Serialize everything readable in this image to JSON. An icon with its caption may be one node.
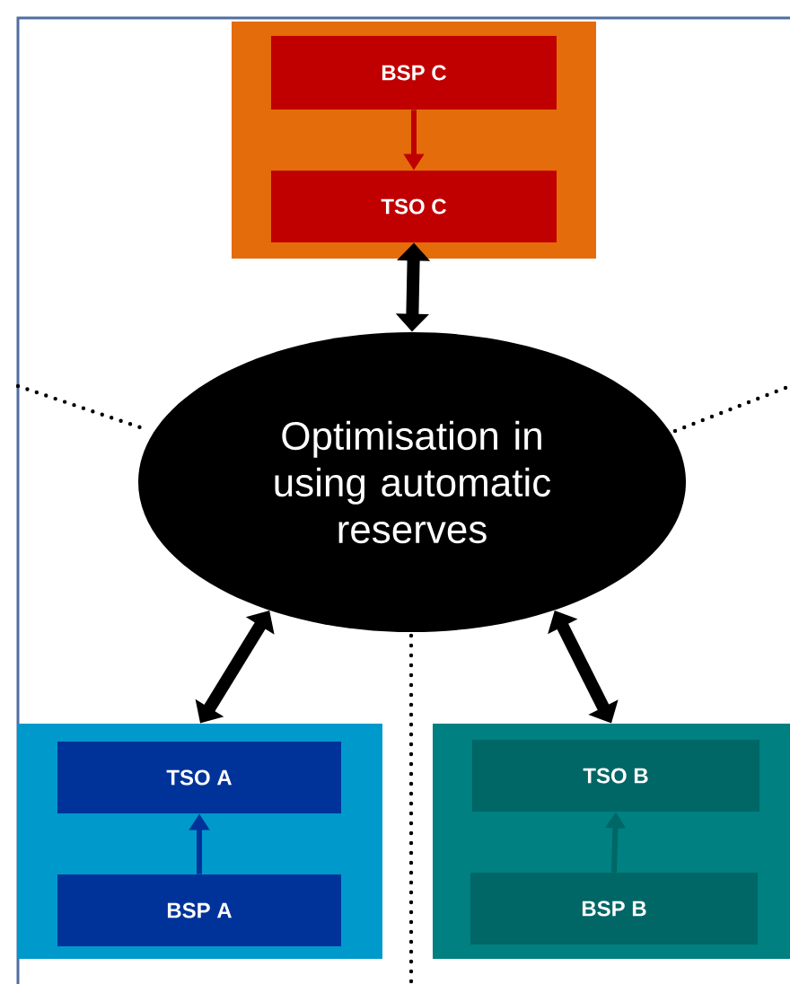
{
  "diagram": {
    "nodes": [
      {
        "text": [],
        "shape": "box"
      },
      {
        "text": [
          "BSP C"
        ],
        "in": 0
      },
      {
        "text": [
          "TSO C"
        ],
        "in": 0
      },
      {
        "text": [
          "Optimisation in using automatic reserves"
        ]
      },
      {
        "text": [],
        "shape": "box"
      },
      {
        "text": [
          "TSO A"
        ],
        "in": 4
      },
      {
        "text": [
          "BSP A"
        ],
        "in": 4
      },
      {
        "text": [],
        "shape": "box"
      },
      {
        "text": [
          "TSO B"
        ],
        "in": 7
      },
      {
        "text": [
          "BSP B"
        ],
        "in": 7
      }
    ],
    "edges": [
      {
        "from": 1,
        "to": 2,
        "arrow": "to",
        "color": "#c00000"
      },
      {
        "from": 2,
        "to": 3,
        "arrow": "both",
        "style": "thick"
      },
      {
        "from": 3,
        "to": 4,
        "arrow": "both",
        "style": "thick"
      },
      {
        "from": 3,
        "to": 7,
        "arrow": "both",
        "style": "thick"
      },
      {
        "from": 6,
        "to": 5,
        "arrow": "to",
        "color": "#003399"
      },
      {
        "from": 9,
        "to": 8,
        "arrow": "to",
        "color": "#006666"
      }
    ]
  }
}
